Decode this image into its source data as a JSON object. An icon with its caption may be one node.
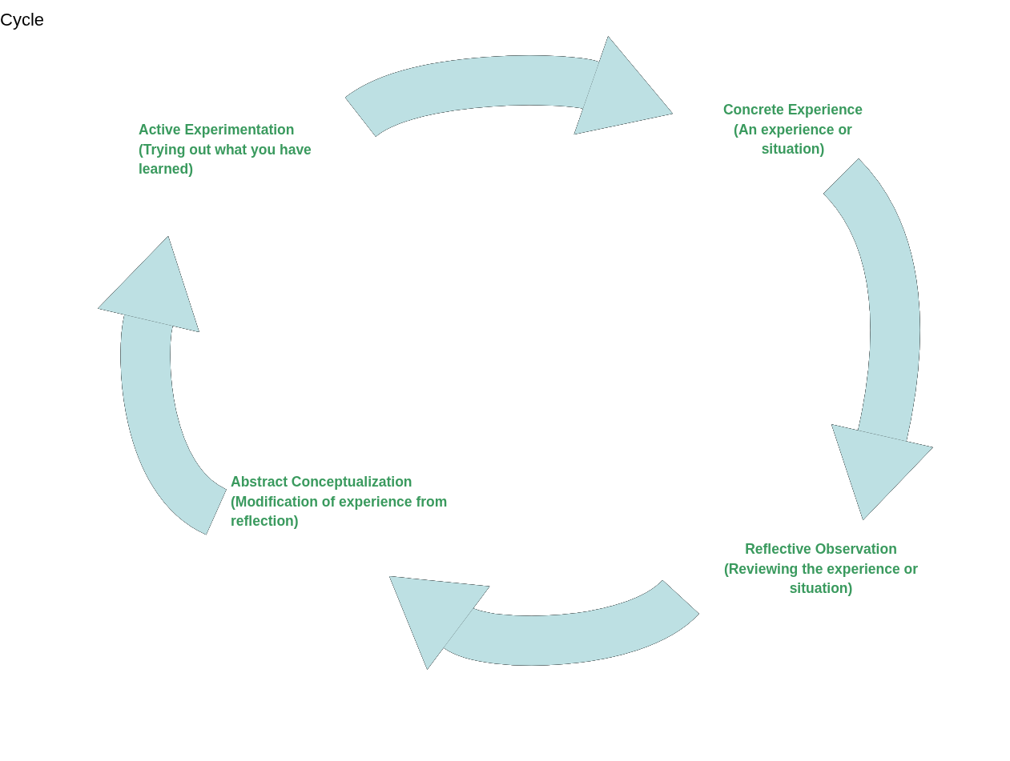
{
  "diagram": {
    "title": "Cycle",
    "nodes": [
      {
        "text": [
          "Active Experimentation",
          "(Trying out what you have learned)"
        ]
      },
      {
        "text": [
          "Concrete Experience",
          "(An experience or situation)"
        ]
      },
      {
        "text": [
          "Abstract Conceptualization",
          "(Modification of experience from reflection)"
        ]
      },
      {
        "text": [
          "Reflective Observation",
          "(Reviewing the experience or situation)"
        ]
      }
    ],
    "edges": [
      {
        "from": 0,
        "to": 1,
        "arrow": "to"
      },
      {
        "from": 1,
        "to": 3,
        "arrow": "to"
      },
      {
        "from": 3,
        "to": 2,
        "arrow": "to"
      },
      {
        "from": 2,
        "to": 0,
        "arrow": "to"
      }
    ]
  }
}
